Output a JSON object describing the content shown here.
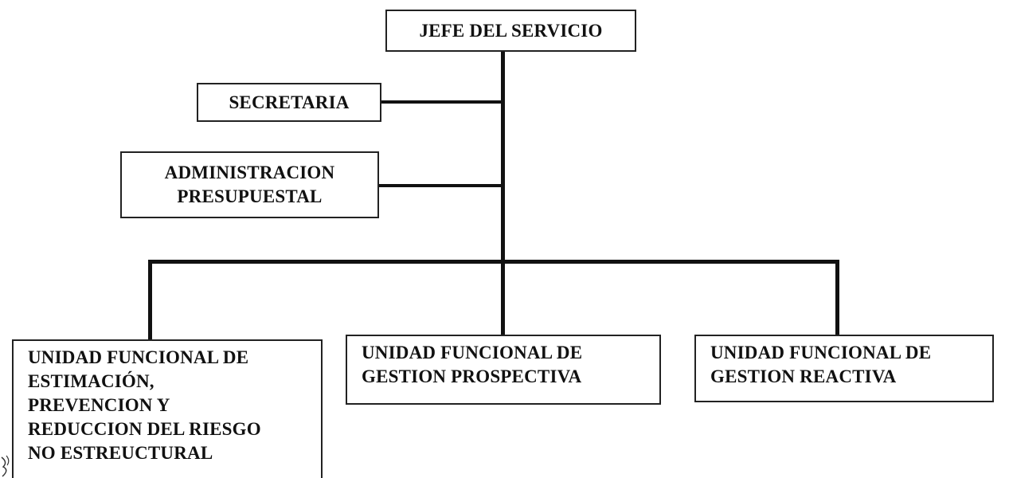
{
  "org_chart": {
    "head": {
      "label": "JEFE DEL SERVICIO"
    },
    "staff": [
      {
        "lines": [
          "SECRETARIA"
        ]
      },
      {
        "lines": [
          "ADMINISTRACION",
          "PRESUPUESTAL"
        ]
      }
    ],
    "units": [
      {
        "lines": [
          "UNIDAD FUNCIONAL DE",
          "ESTIMACIÓN,",
          "PREVENCION Y",
          "REDUCCION DEL RIESGO",
          "NO ESTREUCTURAL"
        ]
      },
      {
        "lines": [
          "UNIDAD FUNCIONAL",
          "DE",
          "GESTION PROSPECTIVA"
        ]
      },
      {
        "lines": [
          "UNIDAD FUNCIONAL DE",
          "GESTION REACTIVA"
        ]
      }
    ]
  },
  "colors": {
    "line": "#111111",
    "border": "#222222",
    "background": "#ffffff"
  }
}
